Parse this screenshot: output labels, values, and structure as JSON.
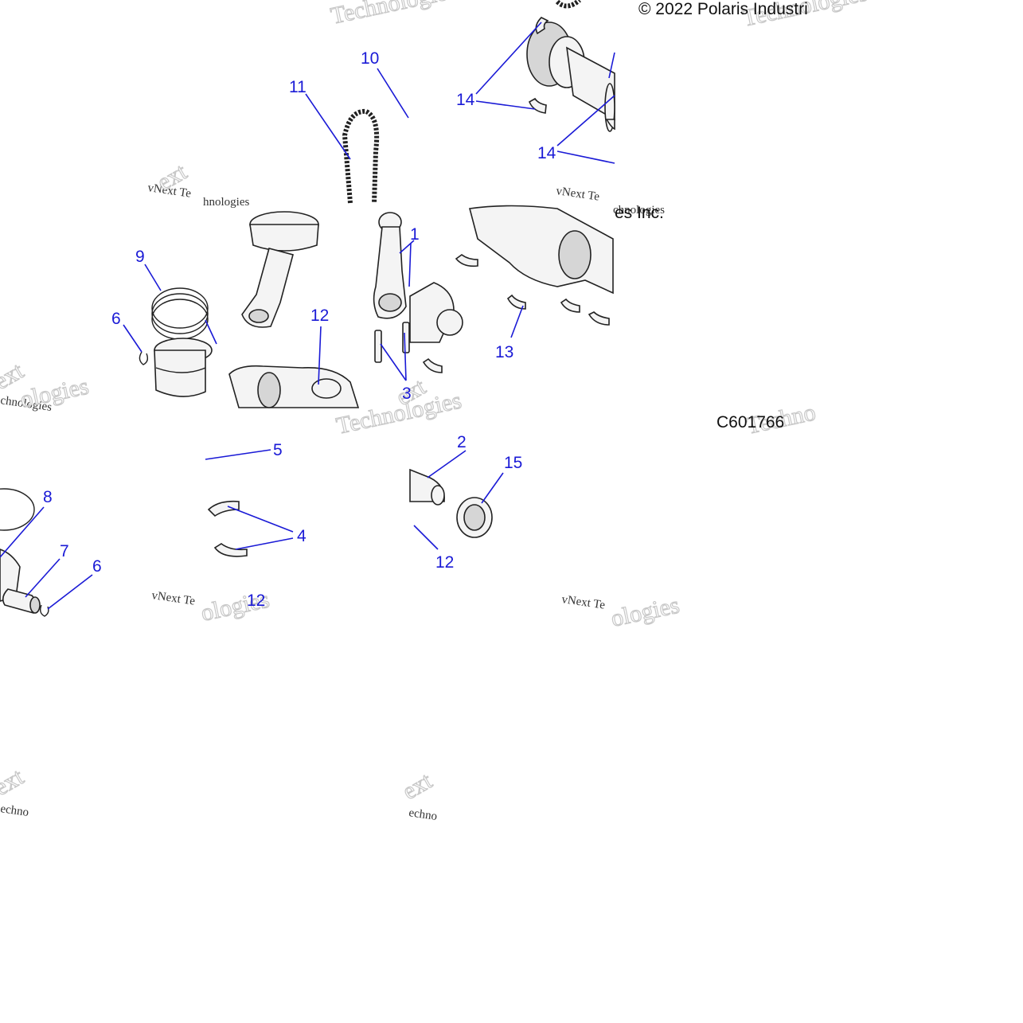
{
  "copyright": "© 2022 Polaris Industri",
  "copyright_fragment": "es Inc.",
  "figure_code": "C601766",
  "watermark": {
    "line1": "vNext Te",
    "line2": "Technologies",
    "frag_nologies": "hnologies",
    "frag_next": "ext",
    "frag_techno": "Techno",
    "frag_echno": "echno",
    "frag_ologies": "ologies",
    "frag_technol": "chnologies"
  },
  "callouts": {
    "c1": "1",
    "c2": "2",
    "c3": "3",
    "c4": "4",
    "c5": "5",
    "c6a": "6",
    "c6b": "6",
    "c7": "7",
    "c8": "8",
    "c9": "9",
    "c10": "10",
    "c11": "11",
    "c12a": "12",
    "c12b": "12",
    "c12c": "12",
    "c13": "13",
    "c14a": "14",
    "c14b": "14",
    "c15": "15"
  },
  "colors": {
    "callout": "#1a1ad6",
    "line_art": "#222222",
    "background": "#ffffff"
  }
}
